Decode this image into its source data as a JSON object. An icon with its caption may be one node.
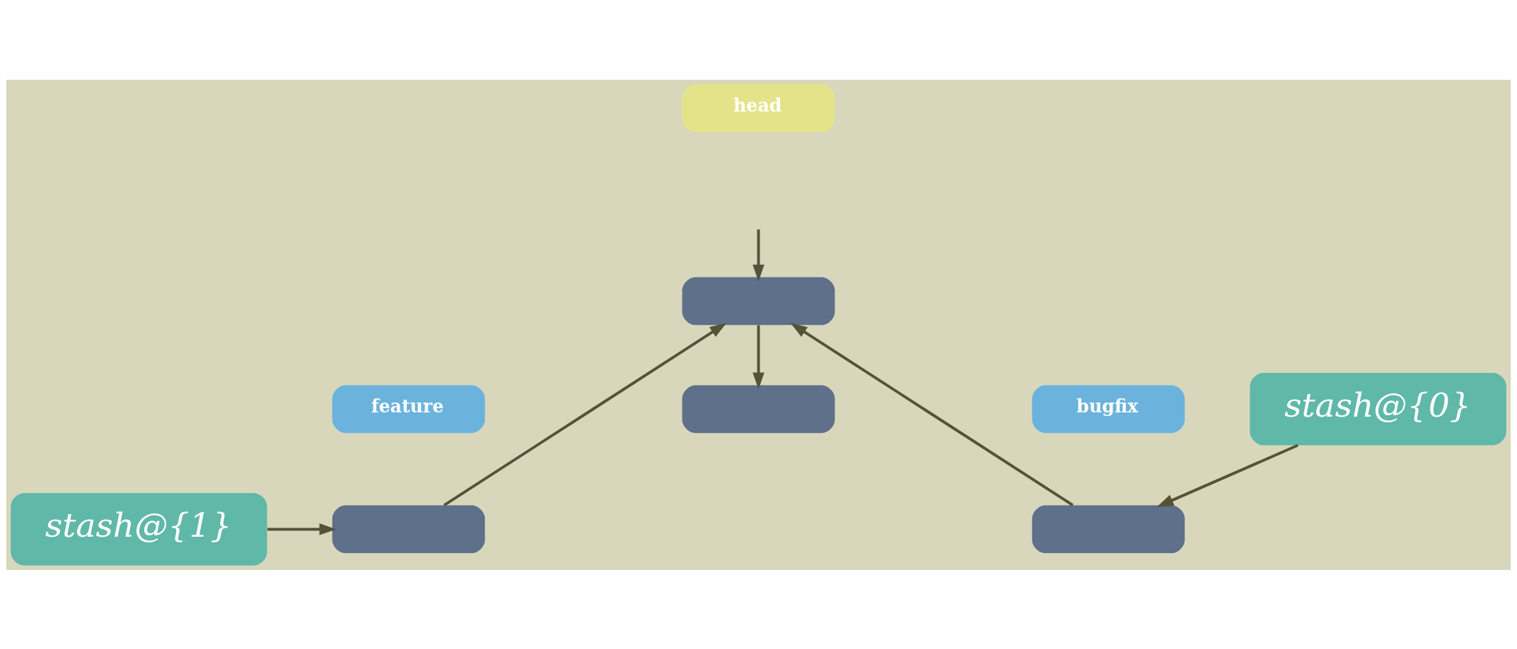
{
  "diagram": {
    "nodes": [
      {
        "text": [
          "head"
        ]
      },
      {
        "text": [
          "bugfix"
        ]
      },
      {
        "text": [],
        "shape": "box"
      },
      {
        "text": [
          "feature"
        ]
      },
      {
        "text": [],
        "shape": "box"
      },
      {
        "text": [
          "stash@{1}"
        ]
      },
      {
        "text": [],
        "shape": "box"
      },
      {
        "text": [
          "stash@{0}"
        ]
      },
      {
        "text": [],
        "shape": "box"
      }
    ],
    "edges": [
      {
        "from": null,
        "to": 6,
        "arrow": "to"
      },
      {
        "from": 2,
        "to": 6,
        "arrow": "to"
      },
      {
        "from": 4,
        "to": 6,
        "arrow": "to"
      },
      {
        "from": 5,
        "to": 4,
        "arrow": "to"
      },
      {
        "from": 7,
        "to": 2,
        "arrow": "to"
      },
      {
        "from": 6,
        "to": 8,
        "arrow": "to"
      }
    ]
  }
}
